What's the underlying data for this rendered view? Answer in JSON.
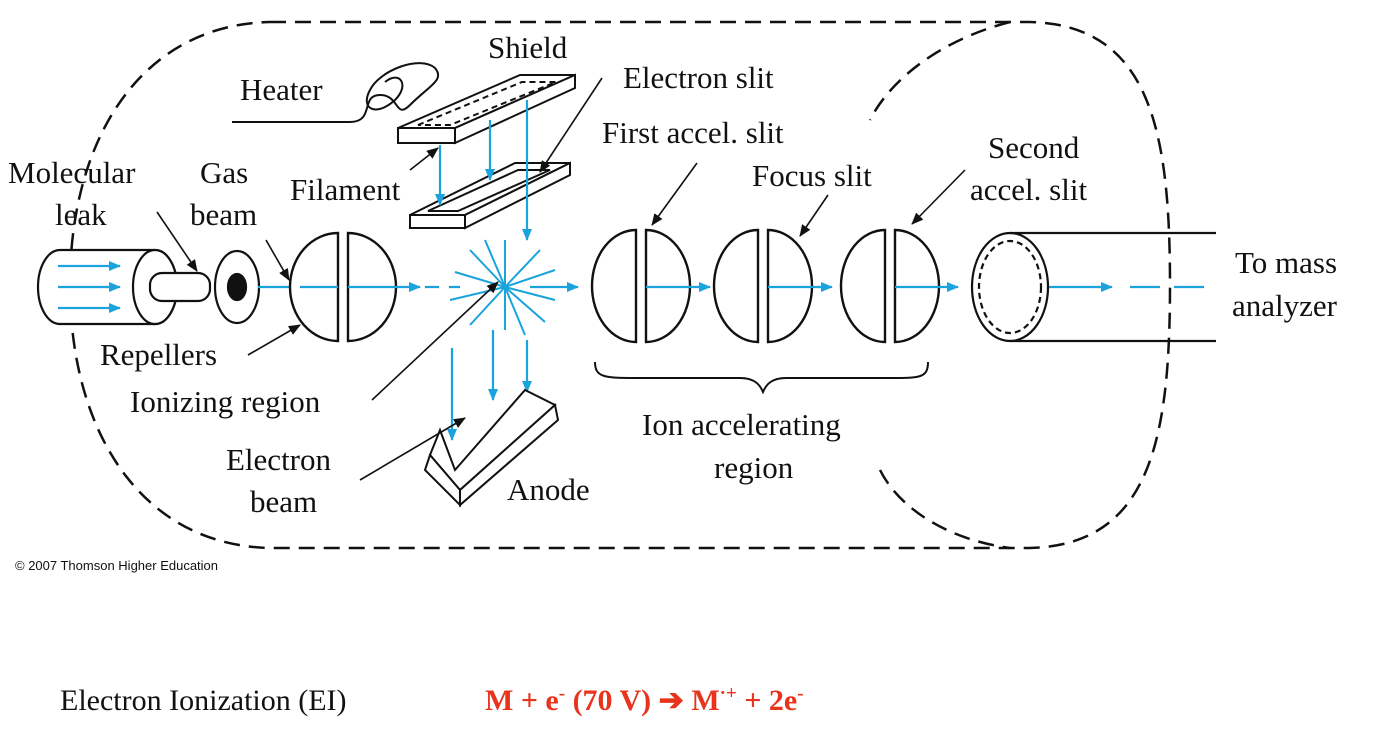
{
  "diagram": {
    "labels": {
      "shield": "Shield",
      "heater": "Heater",
      "electron_slit": "Electron slit",
      "first_accel_slit": "First accel. slit",
      "focus_slit": "Focus slit",
      "second_accel_slit_1": "Second",
      "second_accel_slit_2": "accel. slit",
      "molecular_leak_1": "Molecular",
      "molecular_leak_2": "leak",
      "gas_beam_1": "Gas",
      "gas_beam_2": "beam",
      "filament": "Filament",
      "to_mass_analyzer_1": "To mass",
      "to_mass_analyzer_2": "analyzer",
      "repellers": "Repellers",
      "ionizing_region": "Ionizing region",
      "electron_beam_1": "Electron",
      "electron_beam_2": "beam",
      "anode": "Anode",
      "ion_accelerating_region_1": "Ion accelerating",
      "ion_accelerating_region_2": "region"
    },
    "copyright": "© 2007 Thomson Higher Education",
    "colors": {
      "beam": "#1aa3dc",
      "line": "#111111"
    }
  },
  "equation": {
    "name": "Electron Ionization (EI)",
    "lhs": "M + e",
    "lhs_sup": "-",
    "energy": " (70 V) ",
    "arrow": "➔",
    "product": " M",
    "product_sup": "·+",
    "rest": " + 2e",
    "rest_sup": "-",
    "color": "#e8341c"
  }
}
